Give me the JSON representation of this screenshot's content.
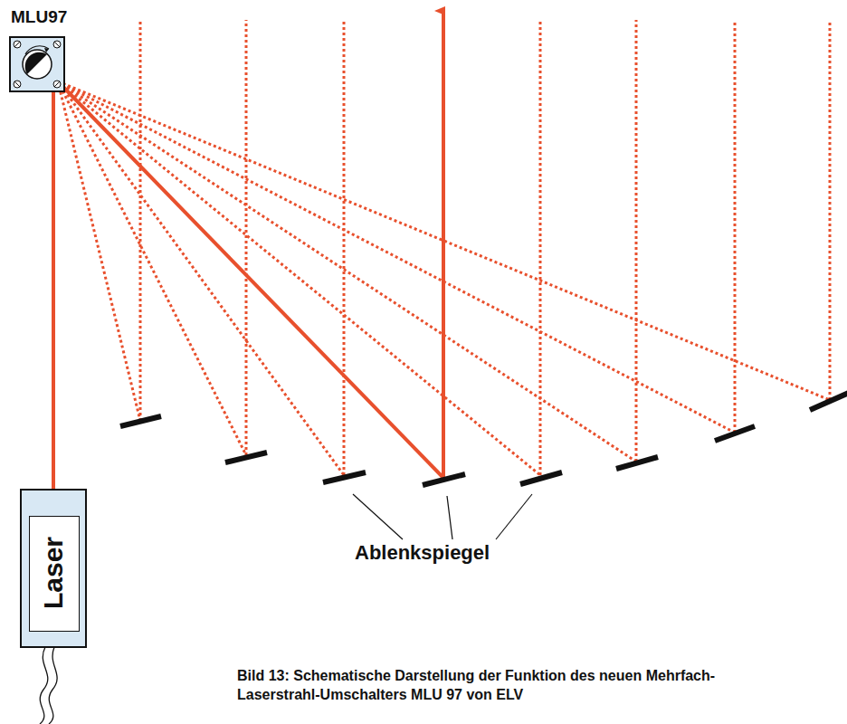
{
  "diagram": {
    "caption": "Bild 13: Schematische Darstellung der Funktion des neuen Mehrfach-Laserstrahl-Umschalters MLU 97 von ELV",
    "nodes": [
      {
        "text": [
          "MLU97"
        ]
      },
      {
        "text": [
          "Laser"
        ]
      }
    ],
    "edges": [
      {
        "from": 1,
        "to": 0,
        "arrow": "none"
      }
    ],
    "labels": [
      "Ablenkspiegel"
    ]
  }
}
